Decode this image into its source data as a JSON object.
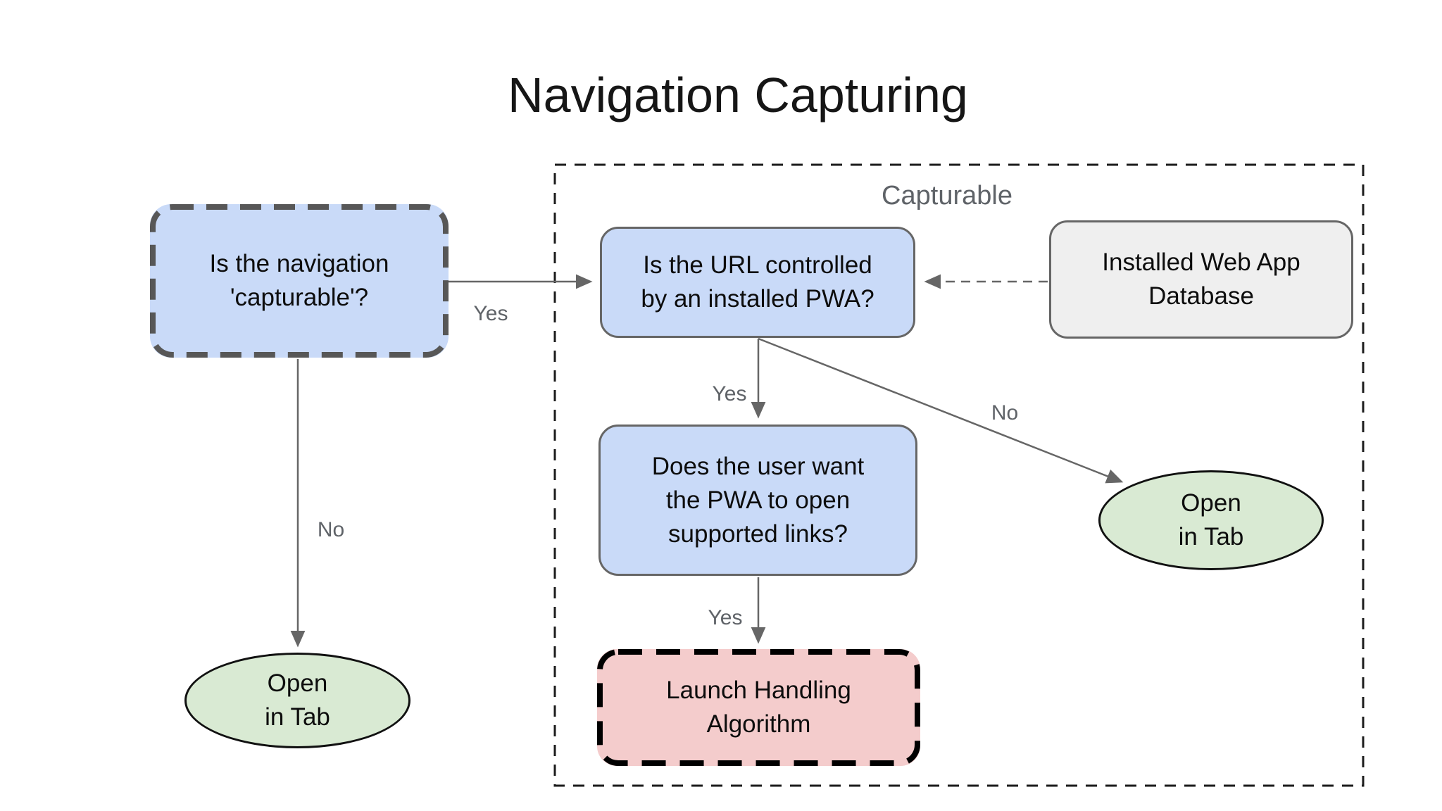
{
  "title": "Navigation Capturing",
  "group": {
    "label": "Capturable"
  },
  "nodes": {
    "is_capturable": {
      "text": "Is the navigation\n'capturable'?"
    },
    "url_controlled": {
      "text": "Is the URL controlled\nby an installed PWA?"
    },
    "web_app_db": {
      "text": "Installed Web App\nDatabase"
    },
    "user_wants": {
      "text": "Does the user want\nthe PWA to open\nsupported links?"
    },
    "launch_handling": {
      "text": "Launch Handling\nAlgorithm"
    },
    "open_in_tab_left": {
      "text": "Open\nin Tab"
    },
    "open_in_tab_right": {
      "text": "Open\nin Tab"
    }
  },
  "edges": {
    "capturable_yes": {
      "label": "Yes"
    },
    "capturable_no": {
      "label": "No"
    },
    "url_yes": {
      "label": "Yes"
    },
    "url_no": {
      "label": "No"
    },
    "user_yes": {
      "label": "Yes"
    }
  },
  "colors": {
    "question_fill": "#c9daf8",
    "terminal_fill": "#d9ead3",
    "algorithm_fill": "#f4cccc",
    "database_fill": "#efefef",
    "connector_gray": "#666666",
    "muted_label_gray": "#5f6368",
    "dashed_node_border": "#575757",
    "black_border": "#111111"
  }
}
